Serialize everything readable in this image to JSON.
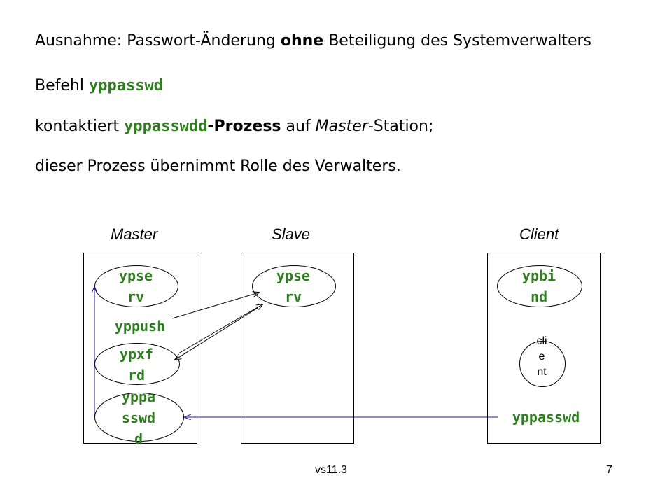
{
  "text": {
    "line1": {
      "a": "Ausnahme:  Passwort-Änderung ",
      "b": "ohne",
      "c": " Beteiligung des Systemverwalters"
    },
    "line2": {
      "a": "Befehl ",
      "b": "yppasswd"
    },
    "line3": {
      "a": "kontaktiert ",
      "b": "yppasswdd",
      "c": "-Prozess",
      "d": " auf ",
      "e": "Master",
      "f": "-Station;"
    },
    "line4": "dieser Prozess übernimmt Rolle des Verwalters."
  },
  "columns": {
    "master": "Master",
    "slave": "Slave",
    "client": "Client"
  },
  "nodes": {
    "master_ypserv": [
      "ypse",
      "rv"
    ],
    "yppush": "yppush",
    "ypxfrd": [
      "ypxf",
      "rd"
    ],
    "yppasswdd": [
      "yppa",
      "sswd",
      "d"
    ],
    "slave_ypserv": [
      "ypse",
      "rv"
    ],
    "ypbind": [
      "ypbi",
      "nd"
    ],
    "client": [
      "cli",
      "e",
      "nt"
    ],
    "yppasswd": "yppasswd"
  },
  "footer": {
    "left": "vs11.3",
    "page": "7"
  },
  "colors": {
    "code": "#2e7d1f",
    "blue_arrow": "#1a1a9a"
  }
}
